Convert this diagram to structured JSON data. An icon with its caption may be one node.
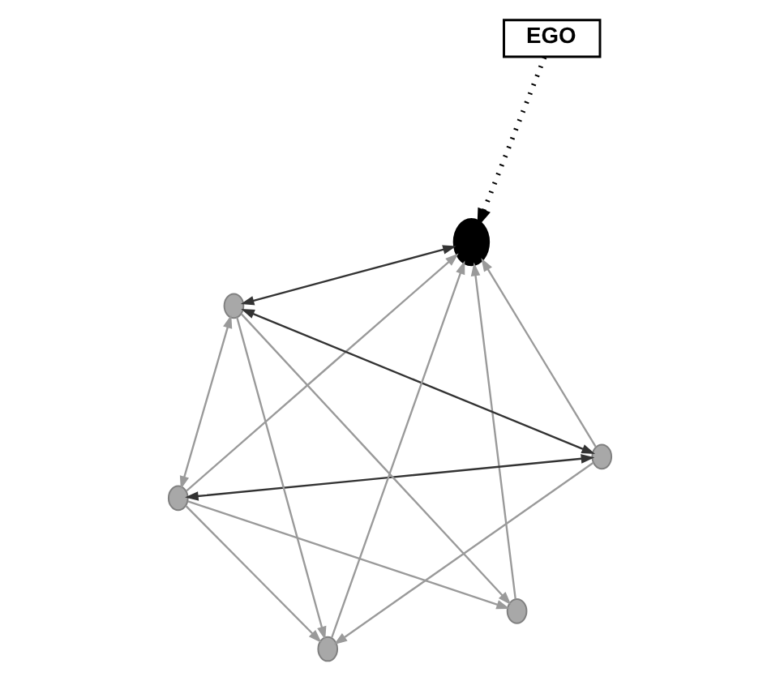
{
  "diagram": {
    "nodes": [
      {
        "text": [
          "EGO"
        ]
      },
      {
        "text": [],
        "shape": "circle"
      },
      {
        "text": [],
        "shape": "circle"
      },
      {
        "text": [],
        "shape": "circle"
      },
      {
        "text": [],
        "shape": "circle"
      },
      {
        "text": [],
        "shape": "circle"
      },
      {
        "text": [],
        "shape": "circle"
      }
    ],
    "edges": [
      {
        "from": 0,
        "to": 1,
        "arrow": "to",
        "style": "dashed",
        "color": "#000000"
      },
      {
        "from": 2,
        "to": 1,
        "arrow": "to"
      },
      {
        "from": 3,
        "to": 1,
        "arrow": "to"
      },
      {
        "from": 4,
        "to": 1,
        "arrow": "both",
        "color": "#333333"
      },
      {
        "from": 6,
        "to": 1,
        "arrow": "to"
      },
      {
        "from": 5,
        "to": 1,
        "arrow": "to"
      },
      {
        "from": 3,
        "to": 2,
        "arrow": "to"
      },
      {
        "from": 4,
        "to": 2,
        "arrow": "to"
      },
      {
        "from": 3,
        "to": 6,
        "arrow": "both",
        "color": "#333333"
      },
      {
        "from": 4,
        "to": 6,
        "arrow": "both",
        "color": "#333333"
      },
      {
        "from": 3,
        "to": 4,
        "arrow": "both"
      },
      {
        "from": 3,
        "to": 5,
        "arrow": "to"
      },
      {
        "from": 4,
        "to": 5,
        "arrow": "to"
      },
      {
        "from": 6,
        "to": 5,
        "arrow": "to"
      }
    ]
  }
}
